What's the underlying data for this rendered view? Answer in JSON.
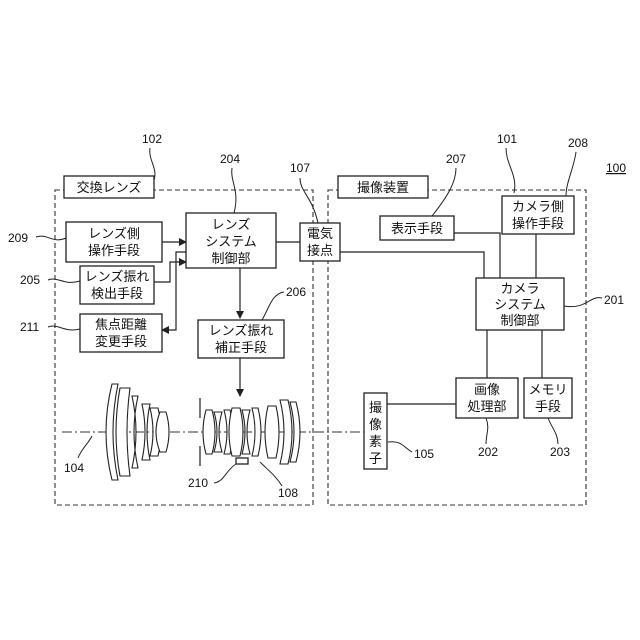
{
  "lens_unit": {
    "title": "交換レンズ",
    "ref": "102",
    "blocks": {
      "lens_operation": {
        "line1": "レンズ側",
        "line2": "操作手段",
        "ref": "209"
      },
      "shake_detect": {
        "line1": "レンズ振れ",
        "line2": "検出手段",
        "ref": "205"
      },
      "focal_change": {
        "line1": "焦点距離",
        "line2": "変更手段",
        "ref": "211"
      },
      "lens_control": {
        "line1": "レンズ",
        "line2": "システム",
        "line3": "制御部",
        "ref": "204"
      },
      "shake_correct": {
        "line1": "レンズ振れ",
        "line2": "補正手段",
        "ref": "206"
      }
    },
    "optics_refs": {
      "axis": "104",
      "sensor": "210",
      "correction_lens": "108"
    }
  },
  "contact": {
    "line1": "電気",
    "line2": "接点",
    "ref": "107"
  },
  "camera_unit": {
    "title": "撮像装置",
    "ref": "101",
    "blocks": {
      "display": {
        "label": "表示手段",
        "ref": "207"
      },
      "camera_operation": {
        "line1": "カメラ側",
        "line2": "操作手段",
        "ref": "208"
      },
      "camera_control": {
        "line1": "カメラ",
        "line2": "システム",
        "line3": "制御部",
        "ref": "201"
      },
      "image_processing": {
        "line1": "画像",
        "line2": "処理部",
        "ref": "202"
      },
      "memory": {
        "line1": "メモリ",
        "line2": "手段",
        "ref": "203"
      },
      "image_sensor": {
        "chars": [
          "撮",
          "像",
          "素",
          "子"
        ],
        "ref": "105"
      }
    }
  },
  "system_ref": "100"
}
